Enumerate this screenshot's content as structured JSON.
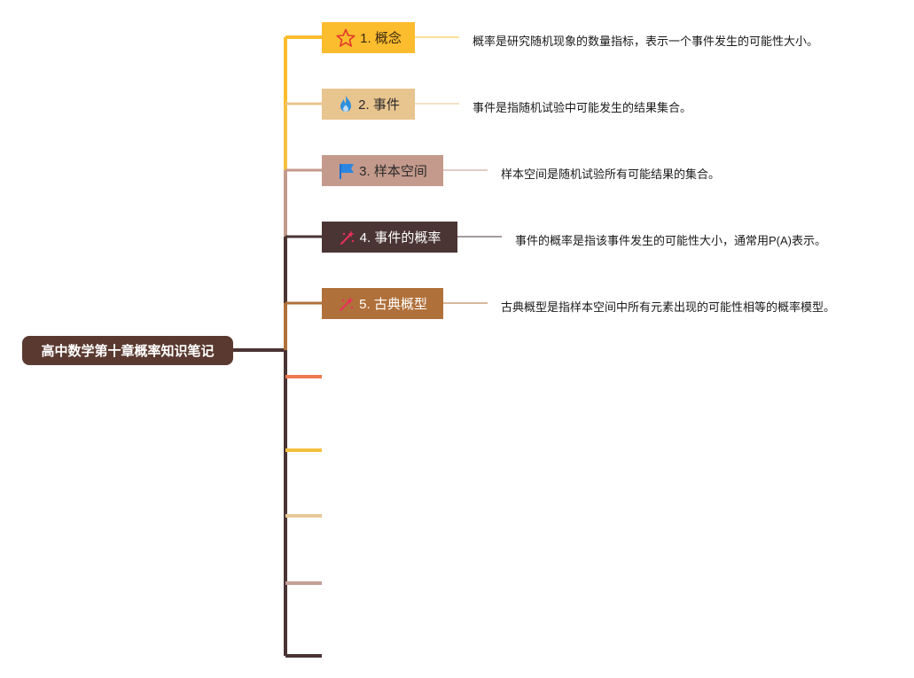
{
  "root": {
    "title": "高中数学第十章概率知识笔记"
  },
  "branches": [
    {
      "label": "1. 概念",
      "icon": "star-icon",
      "color": "#fbbc2e",
      "note": "概率是研究随机现象的数量指标，表示一个事件发生的可能性大小。"
    },
    {
      "label": "2. 事件",
      "icon": "flame-icon",
      "color": "#e8c48e",
      "note": "事件是指随机试验中可能发生的结果集合。"
    },
    {
      "label": "3. 样本空间",
      "icon": "flag-icon",
      "color": "#c49a8c",
      "note": "样本空间是随机试验所有可能结果的集合。"
    },
    {
      "label": "4. 事件的概率",
      "icon": "sparkle-icon",
      "color": "#4a3434",
      "note": "事件的概率是指该事件发生的可能性大小，通常用P(A)表示。"
    },
    {
      "label": "5. 古典概型",
      "icon": "sparkle-icon",
      "color": "#b0703a",
      "note": "古典概型是指样本空间中所有元素出现的可能性相等的概率模型。"
    }
  ],
  "empty_branch_colors": [
    "#f07850",
    "#f5c040",
    "#e8c898",
    "#c4a098",
    "#4a3434"
  ]
}
